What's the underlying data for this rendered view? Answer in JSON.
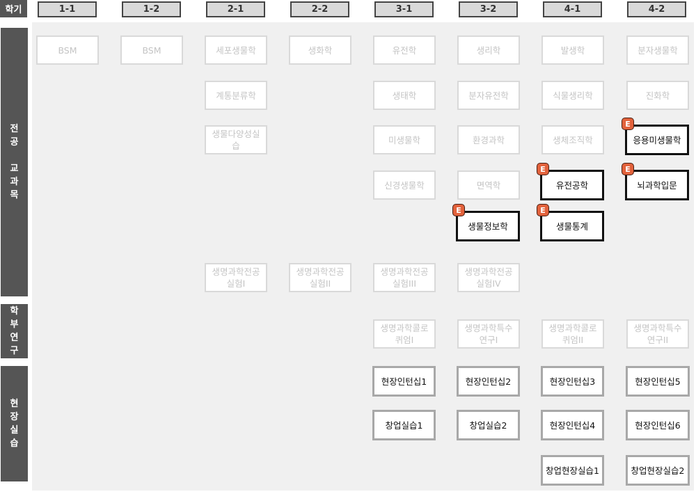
{
  "header": {
    "label": "학기",
    "semesters": [
      "1-1",
      "1-2",
      "2-1",
      "2-2",
      "3-1",
      "3-2",
      "4-1",
      "4-2"
    ]
  },
  "categories": [
    {
      "label": "전\n공\n\n교\n과\n목"
    },
    {
      "label": "학\n부\n연\n구"
    },
    {
      "label": "현\n장\n실\n습"
    }
  ],
  "badge": {
    "text": "E",
    "color": "#e2623c"
  },
  "colors": {
    "category_bg": "#555555",
    "grid_bg": "#f0f0f0",
    "faded_border": "#d9d9d9"
  },
  "courses": [
    {
      "name": "BSM",
      "semester": "1-1",
      "status": "faded",
      "badge": false
    },
    {
      "name": "BSM",
      "semester": "1-2",
      "status": "faded",
      "badge": false
    },
    {
      "name": "세포생물학",
      "semester": "2-1",
      "status": "faded",
      "badge": false
    },
    {
      "name": "계통분류학",
      "semester": "2-1",
      "status": "faded",
      "badge": false
    },
    {
      "name": "생물다양성실습",
      "semester": "2-1",
      "status": "faded",
      "badge": false
    },
    {
      "name": "생화학",
      "semester": "2-2",
      "status": "faded",
      "badge": false
    },
    {
      "name": "유전학",
      "semester": "3-1",
      "status": "faded",
      "badge": false
    },
    {
      "name": "생태학",
      "semester": "3-1",
      "status": "faded",
      "badge": false
    },
    {
      "name": "미생물학",
      "semester": "3-1",
      "status": "faded",
      "badge": false
    },
    {
      "name": "신경생물학",
      "semester": "3-1",
      "status": "faded",
      "badge": false
    },
    {
      "name": "생리학",
      "semester": "3-2",
      "status": "faded",
      "badge": false
    },
    {
      "name": "분자유전학",
      "semester": "3-2",
      "status": "faded",
      "badge": false
    },
    {
      "name": "환경과학",
      "semester": "3-2",
      "status": "faded",
      "badge": false
    },
    {
      "name": "면역학",
      "semester": "3-2",
      "status": "faded",
      "badge": false
    },
    {
      "name": "생물정보학",
      "semester": "3-2",
      "status": "elective",
      "badge": true
    },
    {
      "name": "발생학",
      "semester": "4-1",
      "status": "faded",
      "badge": false
    },
    {
      "name": "식물생리학",
      "semester": "4-1",
      "status": "faded",
      "badge": false
    },
    {
      "name": "생체조직학",
      "semester": "4-1",
      "status": "faded",
      "badge": false
    },
    {
      "name": "유전공학",
      "semester": "4-1",
      "status": "elective",
      "badge": true
    },
    {
      "name": "생물통계",
      "semester": "4-1",
      "status": "elective",
      "badge": true
    },
    {
      "name": "분자생물학",
      "semester": "4-2",
      "status": "faded",
      "badge": false
    },
    {
      "name": "진화학",
      "semester": "4-2",
      "status": "faded",
      "badge": false
    },
    {
      "name": "응용미생물학",
      "semester": "4-2",
      "status": "elective",
      "badge": true
    },
    {
      "name": "뇌과학입문",
      "semester": "4-2",
      "status": "elective",
      "badge": true
    },
    {
      "name": "생명과학전공실험I",
      "semester": "2-1",
      "status": "faded",
      "badge": false
    },
    {
      "name": "생명과학전공실험II",
      "semester": "2-2",
      "status": "faded",
      "badge": false
    },
    {
      "name": "생명과학전공실험III",
      "semester": "3-1",
      "status": "faded",
      "badge": false
    },
    {
      "name": "생명과학전공실험IV",
      "semester": "3-2",
      "status": "faded",
      "badge": false
    },
    {
      "name": "생명과학콜로퀴엄I",
      "semester": "3-1",
      "status": "faded",
      "badge": false
    },
    {
      "name": "생명과학특수연구I",
      "semester": "3-2",
      "status": "faded",
      "badge": false
    },
    {
      "name": "생명과학콜로퀴엄II",
      "semester": "4-1",
      "status": "faded",
      "badge": false
    },
    {
      "name": "생명과학특수연구II",
      "semester": "4-2",
      "status": "faded",
      "badge": false
    },
    {
      "name": "현장인턴십1",
      "semester": "3-1",
      "status": "field",
      "badge": false
    },
    {
      "name": "창업실습1",
      "semester": "3-1",
      "status": "field",
      "badge": false
    },
    {
      "name": "현장인턴십2",
      "semester": "3-2",
      "status": "field",
      "badge": false
    },
    {
      "name": "창업실습2",
      "semester": "3-2",
      "status": "field",
      "badge": false
    },
    {
      "name": "현장인턴십3",
      "semester": "4-1",
      "status": "field",
      "badge": false
    },
    {
      "name": "현장인턴십4",
      "semester": "4-1",
      "status": "field",
      "badge": false
    },
    {
      "name": "창업현장실습1",
      "semester": "4-1",
      "status": "field",
      "badge": false
    },
    {
      "name": "현장인턴십5",
      "semester": "4-2",
      "status": "field",
      "badge": false
    },
    {
      "name": "현장인턴십6",
      "semester": "4-2",
      "status": "field",
      "badge": false
    },
    {
      "name": "창업현장실습2",
      "semester": "4-2",
      "status": "field",
      "badge": false
    }
  ]
}
